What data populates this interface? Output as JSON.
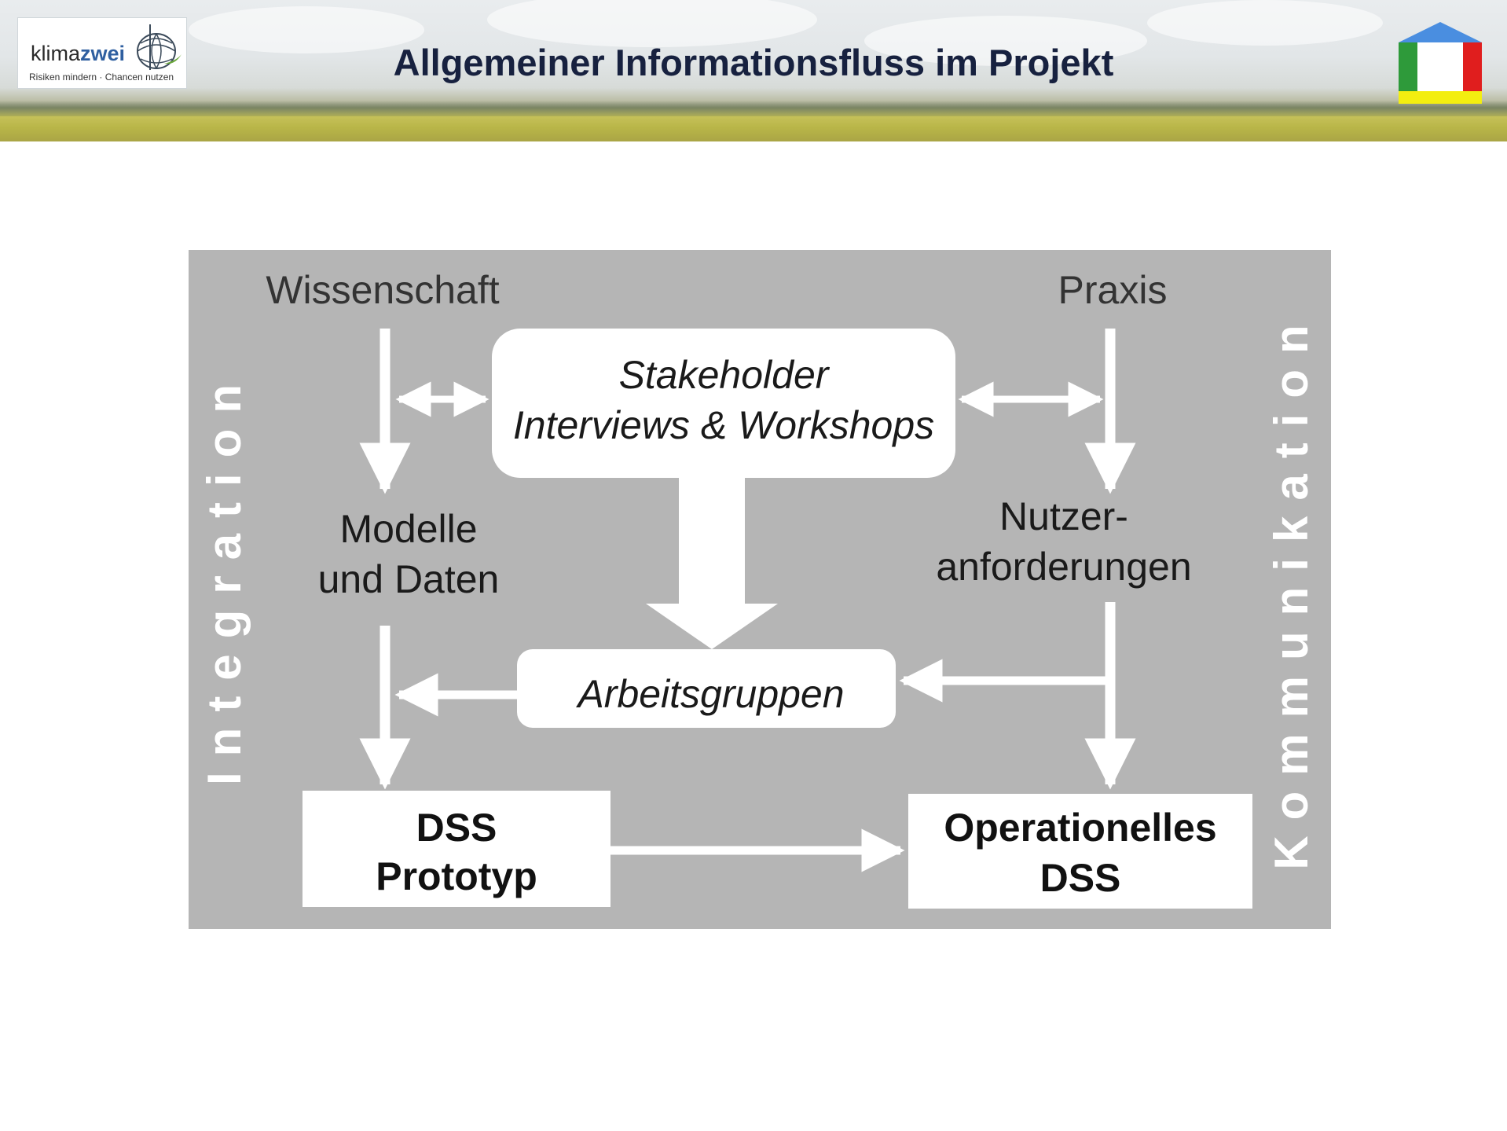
{
  "header": {
    "title": "Allgemeiner Informationsfluss im Projekt",
    "logo": {
      "word_part1": "klima",
      "word_part2": "zwei",
      "tagline": "Risiken mindern · Chancen nutzen"
    }
  },
  "diagram": {
    "left_column_heading": "Wissenschaft",
    "right_column_heading": "Praxis",
    "left_vertical_label": "Integration",
    "right_vertical_label": "Kommunikation",
    "stakeholder_box": {
      "line1": "Stakeholder",
      "line2": "Interviews & Workshops"
    },
    "models_data": {
      "line1": "Modelle",
      "line2": "und Daten"
    },
    "user_requirements": {
      "line1": "Nutzer-",
      "line2": "anforderungen"
    },
    "working_groups": "Arbeitsgruppen",
    "dss_prototype": {
      "line1": "DSS",
      "line2": "Prototyp"
    },
    "operational_dss": {
      "line1": "Operationelles",
      "line2": "DSS"
    }
  },
  "colors": {
    "panel": "#b5b5b5",
    "arrows": "#ffffff",
    "title": "#17213f",
    "label_text": "#1a1a1a",
    "vertical_label": "#ffffff"
  }
}
